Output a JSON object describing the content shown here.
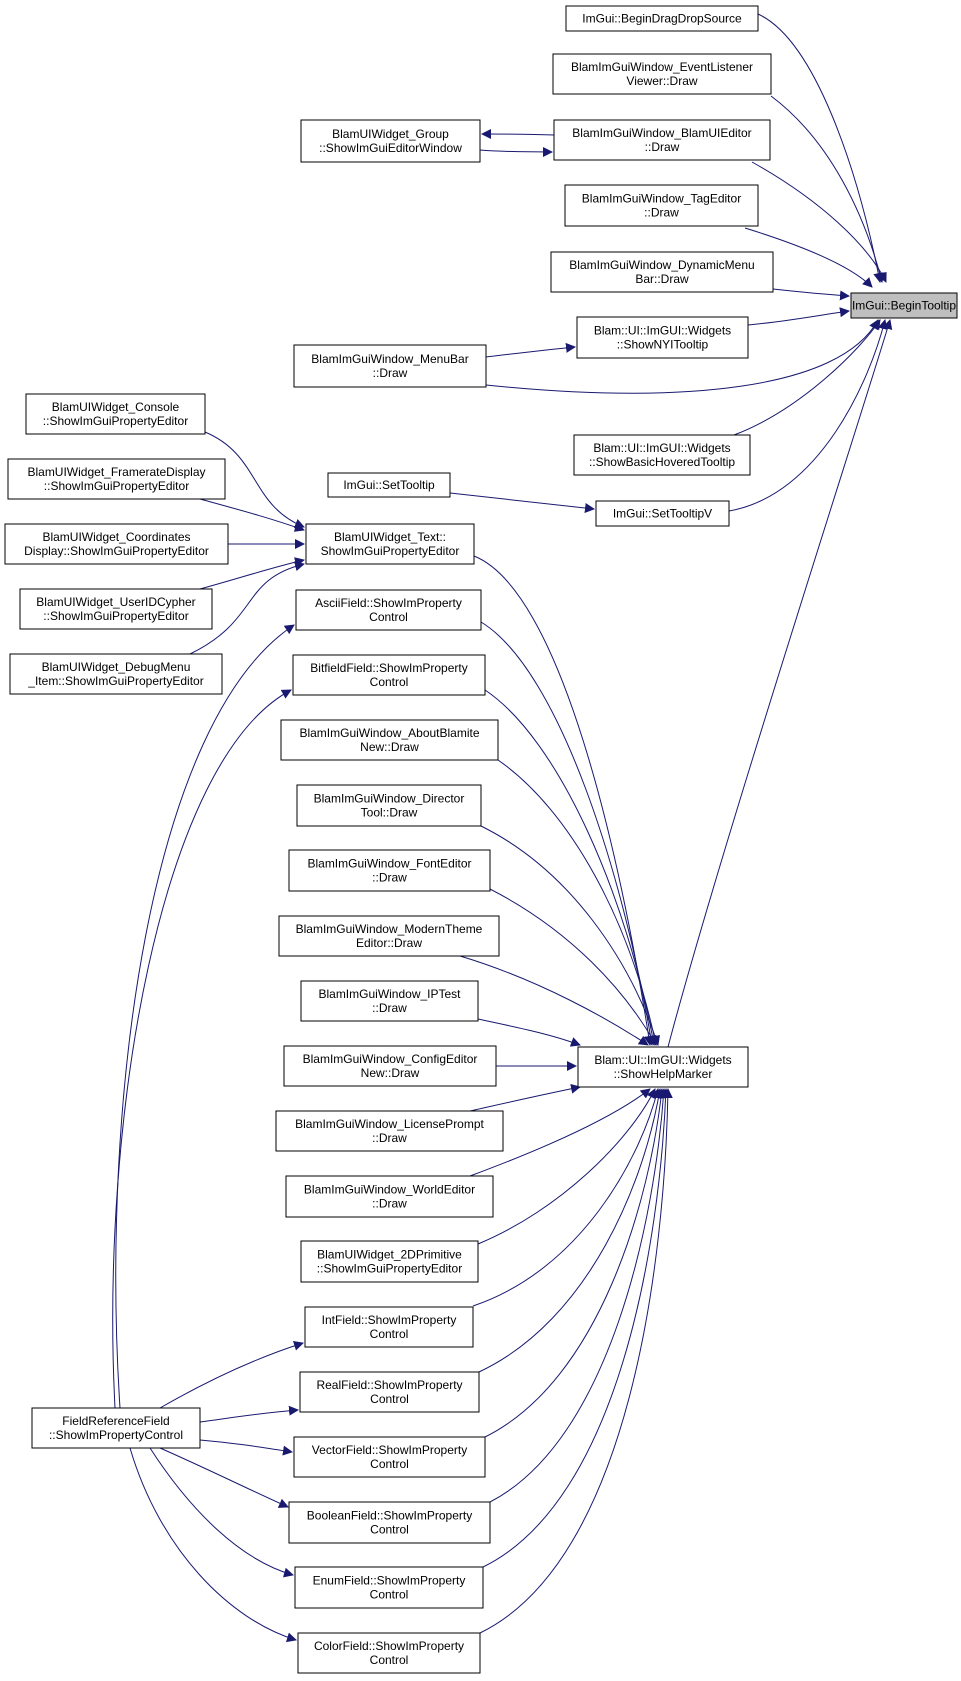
{
  "diagram": {
    "colors": {
      "edge": "#191970",
      "root_fill": "#bfbfbf",
      "node_fill": "#ffffff",
      "node_border": "#000000"
    },
    "nodes": [
      {
        "id": "begin_tooltip",
        "lines": [
          "ImGui::BeginTooltip"
        ],
        "root": true
      },
      {
        "id": "begin_drag_drop_source",
        "lines": [
          "ImGui::BeginDragDropSource"
        ]
      },
      {
        "id": "event_listener_viewer_draw",
        "lines": [
          "BlamImGuiWindow_EventListener",
          "Viewer::Draw"
        ]
      },
      {
        "id": "blam_ui_editor_draw",
        "lines": [
          "BlamImGuiWindow_BlamUIEditor",
          "::Draw"
        ]
      },
      {
        "id": "group_show_editor_window",
        "lines": [
          "BlamUIWidget_Group",
          "::ShowImGuiEditorWindow"
        ]
      },
      {
        "id": "tag_editor_draw",
        "lines": [
          "BlamImGuiWindow_TagEditor",
          "::Draw"
        ]
      },
      {
        "id": "dynamic_menu_bar_draw",
        "lines": [
          "BlamImGuiWindow_DynamicMenu",
          "Bar::Draw"
        ]
      },
      {
        "id": "show_nyi_tooltip",
        "lines": [
          "Blam::UI::ImGUI::Widgets",
          "::ShowNYITooltip"
        ]
      },
      {
        "id": "menu_bar_draw",
        "lines": [
          "BlamImGuiWindow_MenuBar",
          "::Draw"
        ]
      },
      {
        "id": "show_basic_hovered_tooltip",
        "lines": [
          "Blam::UI::ImGUI::Widgets",
          "::ShowBasicHoveredTooltip"
        ]
      },
      {
        "id": "set_tooltip",
        "lines": [
          "ImGui::SetTooltip"
        ]
      },
      {
        "id": "set_tooltip_v",
        "lines": [
          "ImGui::SetTooltipV"
        ]
      },
      {
        "id": "console_property_editor",
        "lines": [
          "BlamUIWidget_Console",
          "::ShowImGuiPropertyEditor"
        ]
      },
      {
        "id": "framerate_property_editor",
        "lines": [
          "BlamUIWidget_FramerateDisplay",
          "::ShowImGuiPropertyEditor"
        ]
      },
      {
        "id": "coordinates_property_editor",
        "lines": [
          "BlamUIWidget_Coordinates",
          "Display::ShowImGuiPropertyEditor"
        ]
      },
      {
        "id": "text_property_editor",
        "lines": [
          "BlamUIWidget_Text::",
          "ShowImGuiPropertyEditor"
        ]
      },
      {
        "id": "userid_property_editor",
        "lines": [
          "BlamUIWidget_UserIDCypher",
          "::ShowImGuiPropertyEditor"
        ]
      },
      {
        "id": "debugmenu_property_editor",
        "lines": [
          "BlamUIWidget_DebugMenu",
          "_Item::ShowImGuiPropertyEditor"
        ]
      },
      {
        "id": "ascii_field",
        "lines": [
          "AsciiField::ShowImProperty",
          "Control"
        ]
      },
      {
        "id": "bitfield_field",
        "lines": [
          "BitfieldField::ShowImProperty",
          "Control"
        ]
      },
      {
        "id": "about_blamite_draw",
        "lines": [
          "BlamImGuiWindow_AboutBlamite",
          "New::Draw"
        ]
      },
      {
        "id": "director_tool_draw",
        "lines": [
          "BlamImGuiWindow_Director",
          "Tool::Draw"
        ]
      },
      {
        "id": "font_editor_draw",
        "lines": [
          "BlamImGuiWindow_FontEditor",
          "::Draw"
        ]
      },
      {
        "id": "modern_theme_editor_draw",
        "lines": [
          "BlamImGuiWindow_ModernTheme",
          "Editor::Draw"
        ]
      },
      {
        "id": "iptest_draw",
        "lines": [
          "BlamImGuiWindow_IPTest",
          "::Draw"
        ]
      },
      {
        "id": "config_editor_draw",
        "lines": [
          "BlamImGuiWindow_ConfigEditor",
          "New::Draw"
        ]
      },
      {
        "id": "show_help_marker",
        "lines": [
          "Blam::UI::ImGUI::Widgets",
          "::ShowHelpMarker"
        ]
      },
      {
        "id": "license_prompt_draw",
        "lines": [
          "BlamImGuiWindow_LicensePrompt",
          "::Draw"
        ]
      },
      {
        "id": "world_editor_draw",
        "lines": [
          "BlamImGuiWindow_WorldEditor",
          "::Draw"
        ]
      },
      {
        "id": "primitive_2d_property_editor",
        "lines": [
          "BlamUIWidget_2DPrimitive",
          "::ShowImGuiPropertyEditor"
        ]
      },
      {
        "id": "int_field",
        "lines": [
          "IntField::ShowImProperty",
          "Control"
        ]
      },
      {
        "id": "field_reference_field",
        "lines": [
          "FieldReferenceField",
          "::ShowImPropertyControl"
        ]
      },
      {
        "id": "real_field",
        "lines": [
          "RealField::ShowImProperty",
          "Control"
        ]
      },
      {
        "id": "vector_field",
        "lines": [
          "VectorField::ShowImProperty",
          "Control"
        ]
      },
      {
        "id": "boolean_field",
        "lines": [
          "BooleanField::ShowImProperty",
          "Control"
        ]
      },
      {
        "id": "enum_field",
        "lines": [
          "EnumField::ShowImProperty",
          "Control"
        ]
      },
      {
        "id": "color_field",
        "lines": [
          "ColorField::ShowImProperty",
          "Control"
        ]
      }
    ]
  }
}
